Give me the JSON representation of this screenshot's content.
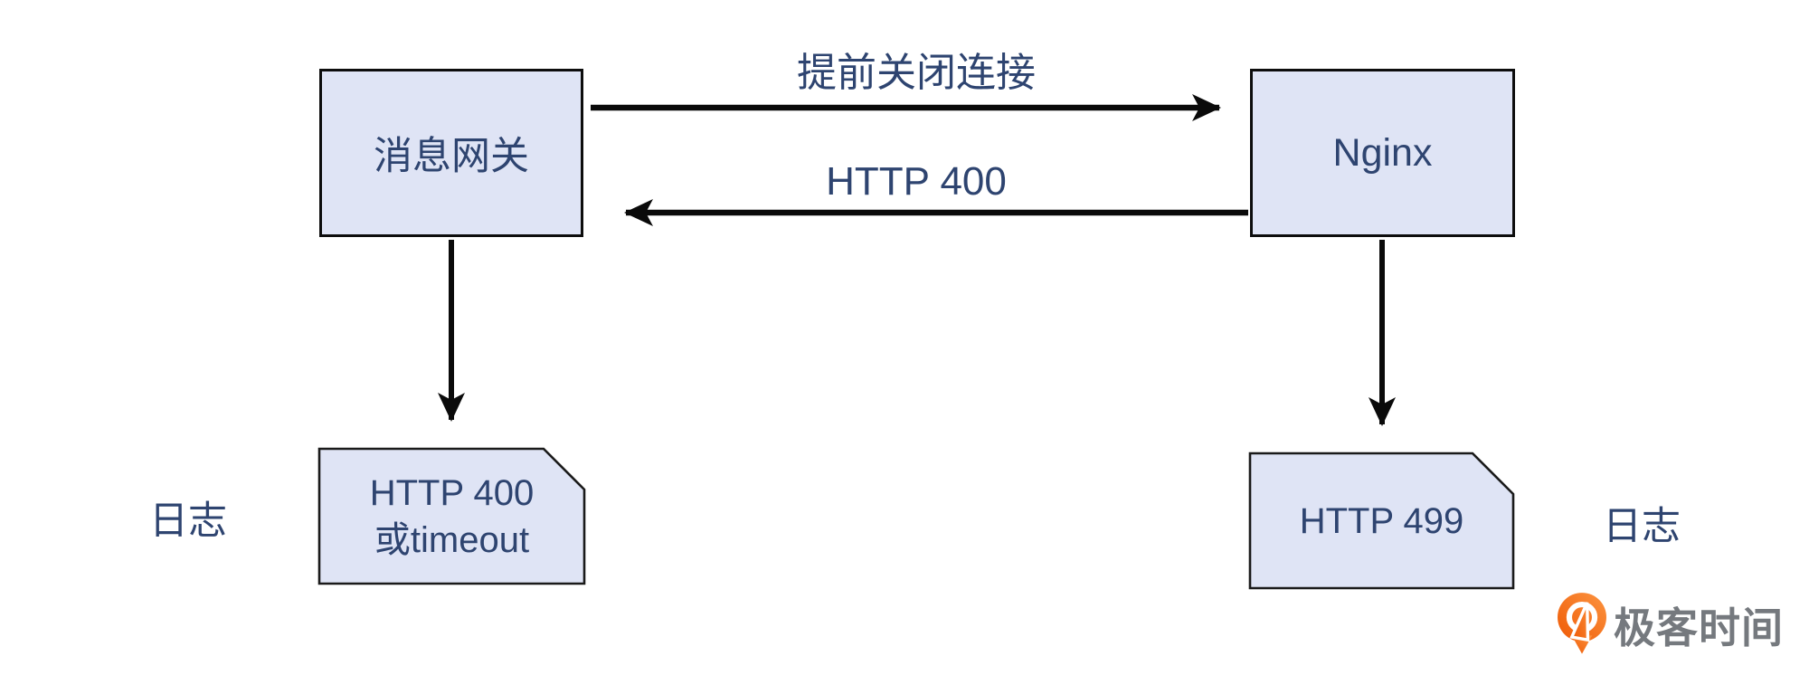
{
  "colors": {
    "node_fill": "#dfe4f5",
    "node_border": "#0d0d0d",
    "text_navy": "#2e4470",
    "arrow_black": "#0a0a0a",
    "logo_orange": "#f7690c",
    "logo_orange_light": "#fc9440",
    "logo_gray": "#75797e"
  },
  "nodes": {
    "gateway": {
      "label": "消息网关"
    },
    "nginx": {
      "label": "Nginx"
    }
  },
  "messages": {
    "forward": {
      "label": "提前关闭连接"
    },
    "reply": {
      "label": "HTTP 400"
    }
  },
  "logs": {
    "gateway": {
      "line1": "HTTP 400",
      "line2": "或timeout"
    },
    "nginx": {
      "line1": "HTTP 499"
    }
  },
  "annotations": {
    "left_log_label": "日志",
    "right_log_label": "日志"
  },
  "branding": {
    "name": "极客时间"
  }
}
